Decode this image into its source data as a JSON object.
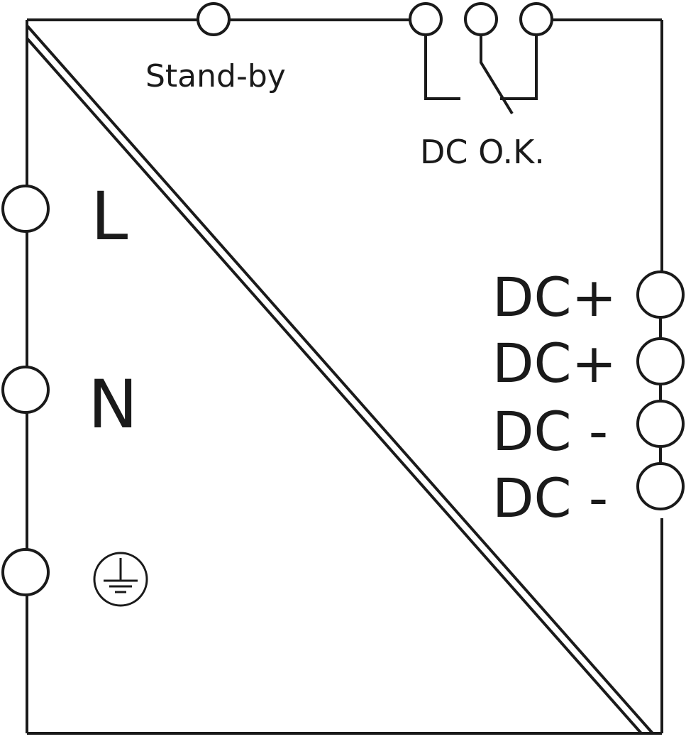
{
  "labels": {
    "standby": "Stand-by",
    "dc_ok": "DC O.K.",
    "line": "L",
    "neutral": "N"
  },
  "outputs": [
    "DC+",
    "DC+",
    "DC -",
    "DC -"
  ],
  "icons": {
    "earth": "protective-earth-icon",
    "relay": "relay-contact-icon"
  },
  "colors": {
    "line": "#1a1a1a",
    "background": "#ffffff"
  }
}
